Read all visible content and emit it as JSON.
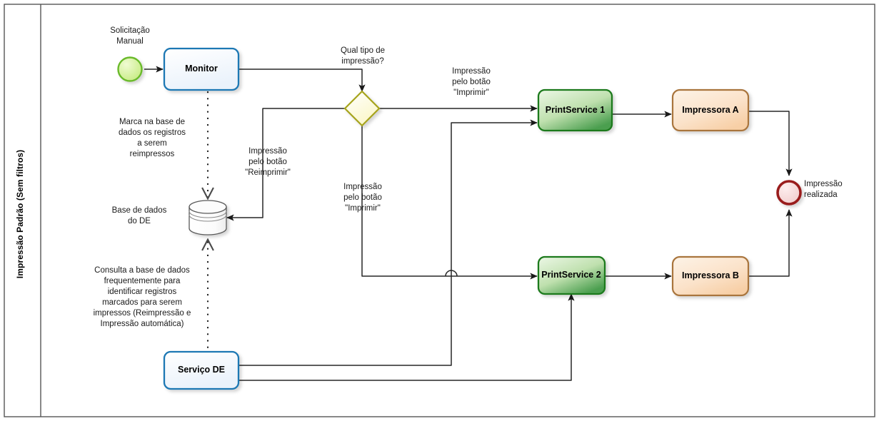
{
  "diagram": {
    "type": "bpmn-process-flow",
    "lane_title": "Impressão Padrão (Sem filtros)",
    "colors": {
      "task_blue_border": "#1f78b4",
      "task_blue_fill": "#f3f8fd",
      "task_green_border": "#1e7a1e",
      "task_green_fill_light": "#e8f5e2",
      "task_green_fill_dark": "#4fa052",
      "task_orange_border": "#a9743c",
      "task_orange_fill_light": "#fdf1e4",
      "task_orange_fill_dark": "#f8d2ab",
      "gateway_border": "#a6a41f",
      "gateway_fill": "#fdfce0",
      "start_event_border": "#6aba2c",
      "start_event_fill": "#d7f29b",
      "end_event_border": "#991f1f",
      "end_event_fill": "#f6d9d9",
      "connector": "#262626",
      "frame": "#555555"
    },
    "nodes": {
      "start_event": {
        "label": "Solicitação\nManual",
        "name": "start-event"
      },
      "monitor": {
        "label": "Monitor",
        "name": "task-monitor"
      },
      "gateway": {
        "label": "Qual tipo de\nimpressão?",
        "name": "gateway-tipo-impressao"
      },
      "print_service_1": {
        "label": "PrintService 1",
        "name": "task-printservice-1"
      },
      "print_service_2": {
        "label": "PrintService 2",
        "name": "task-printservice-2"
      },
      "impressora_a": {
        "label": "Impressora A",
        "name": "task-impressora-a"
      },
      "impressora_b": {
        "label": "Impressora B",
        "name": "task-impressora-b"
      },
      "datastore": {
        "label": "Base de dados\ndo DE",
        "name": "datastore-base-de-dados-do-de"
      },
      "servico_de": {
        "label": "Serviço DE",
        "name": "task-servico-de"
      },
      "end_event": {
        "label": "Impressão\nrealizada",
        "name": "end-event"
      }
    },
    "edge_labels": {
      "reimprimir": "Impressão\npelo botão\n\"Reimprimir\"",
      "imprimir_center": "Impressão\npelo botão\n\"Imprimir\"",
      "imprimir_top": "Impressão\npelo botão\n\"Imprimir\""
    },
    "annotations": {
      "marca_base": "Marca na base de\ndados os registros\na serem\nreimpressos",
      "consulta_base": "Consulta a base de dados\nfrequentemente para\nidentificar registros\nmarcados para serem\nimpressos (Reimpressão e\nImpressão automática)"
    }
  }
}
